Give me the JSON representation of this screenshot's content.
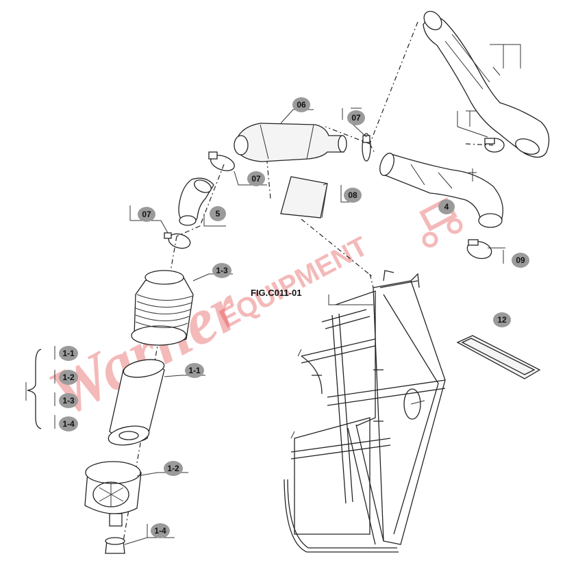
{
  "figure_label": "FIG.C011-01",
  "watermark": {
    "script": "Warner",
    "block": "EQUIPMENT"
  },
  "callouts": {
    "p06": "06",
    "p07a": "07",
    "p07b": "07",
    "p07c": "07",
    "p08": "08",
    "p05": "5",
    "p04": "4",
    "p09": "09",
    "p13": "1-3",
    "p11": "1-1",
    "p12": "1-2",
    "p14": "1-4",
    "p12b": "12",
    "g11": "1-1",
    "g12": "1-2",
    "g13": "1-3",
    "g14": "1-4"
  },
  "colors": {
    "badge": "#9a9a9a",
    "watermark": "#e23a3a",
    "line": "#222222"
  }
}
